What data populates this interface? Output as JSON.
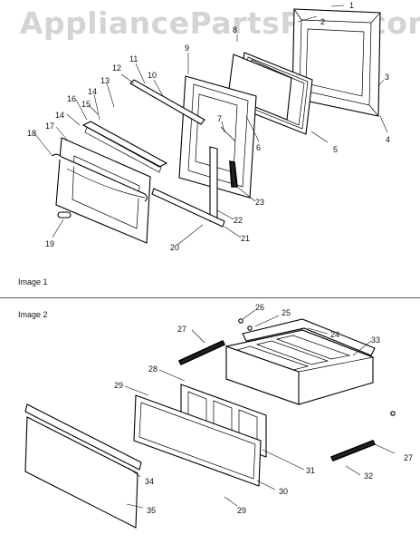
{
  "watermark": "AppliancePartsPros.com",
  "section_labels": [
    "Image 1",
    "Image 2"
  ],
  "callouts": {
    "image1": [
      "1",
      "2",
      "3",
      "4",
      "5",
      "6",
      "7",
      "8",
      "9",
      "10",
      "11",
      "12",
      "13",
      "14",
      "15",
      "16",
      "14",
      "17",
      "18",
      "19",
      "20",
      "21",
      "22",
      "23"
    ],
    "image2": [
      "26",
      "25",
      "24",
      "27",
      "33",
      "28",
      "29",
      "27",
      "34",
      "30",
      "31",
      "32",
      "35",
      "29"
    ]
  }
}
